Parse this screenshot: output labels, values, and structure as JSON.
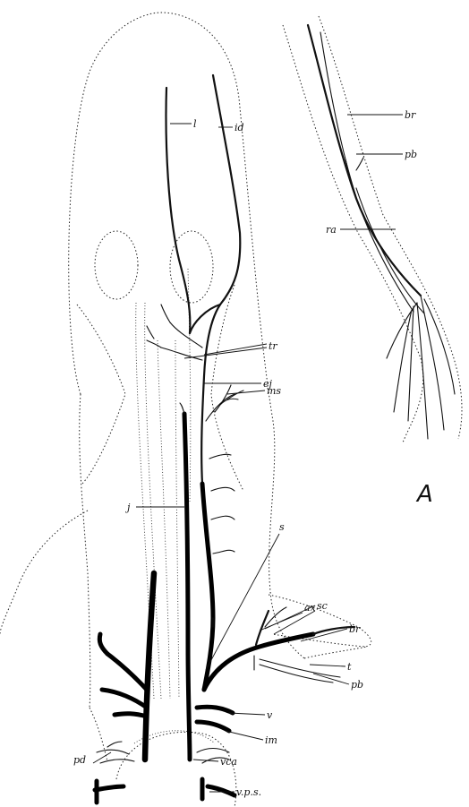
{
  "labels": {
    "l": "l",
    "id": "id",
    "br_a": "br",
    "pb_a": "pb",
    "ra": "ra",
    "tr": "tr",
    "ej": "ej",
    "ms": "ms",
    "j": "j",
    "s": "s",
    "ax": "ax",
    "sc": "sc",
    "br": "br",
    "t": "t",
    "pb": "pb",
    "v": "v",
    "im": "im",
    "vca": "vca",
    "pd": "pd",
    "vps": "v.p.s.",
    "A": "A"
  }
}
